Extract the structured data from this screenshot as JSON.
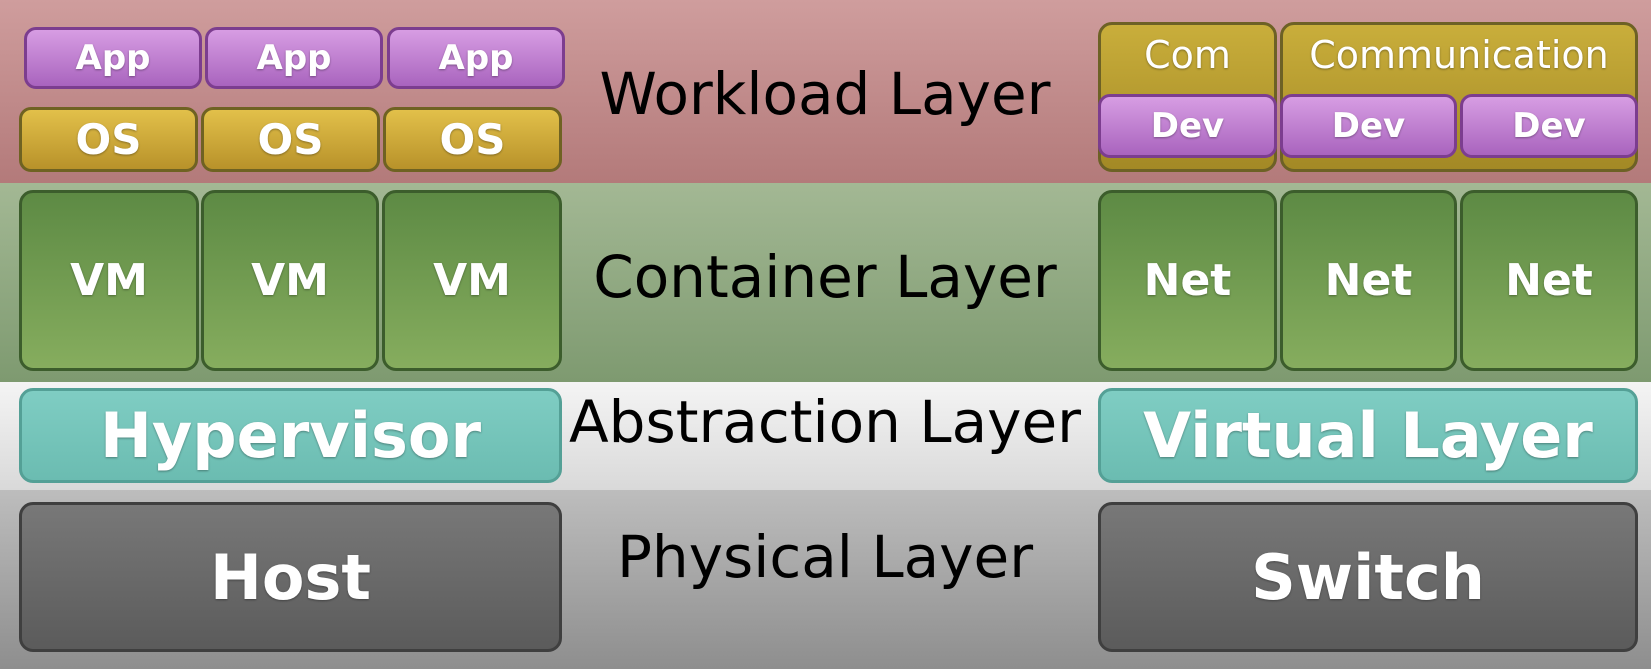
{
  "layers": {
    "workload": "Workload Layer",
    "container": "Container Layer",
    "abstraction": "Abstraction Layer",
    "physical": "Physical Layer"
  },
  "workload_left": {
    "apps": [
      "App",
      "App",
      "App"
    ],
    "oses": [
      "OS",
      "OS",
      "OS"
    ]
  },
  "workload_right": {
    "com": "Com",
    "communication": "Communication",
    "devs": [
      "Dev",
      "Dev",
      "Dev"
    ]
  },
  "container_left": {
    "vms": [
      "VM",
      "VM",
      "VM"
    ]
  },
  "container_right": {
    "nets": [
      "Net",
      "Net",
      "Net"
    ]
  },
  "abstraction": {
    "left": "Hypervisor",
    "right": "Virtual Layer"
  },
  "physical": {
    "left": "Host",
    "right": "Switch"
  },
  "colors": {
    "workload_band": "#c48e8e",
    "container_band": "#93ab84",
    "abstraction_band": "#e6e6e6",
    "physical_band": "#a6a6a6",
    "app": "#c282d4",
    "os": "#d4ad3a",
    "vm_net": "#6f9a53",
    "hypervisor": "#74c5ba",
    "physical_box": "#686868"
  }
}
